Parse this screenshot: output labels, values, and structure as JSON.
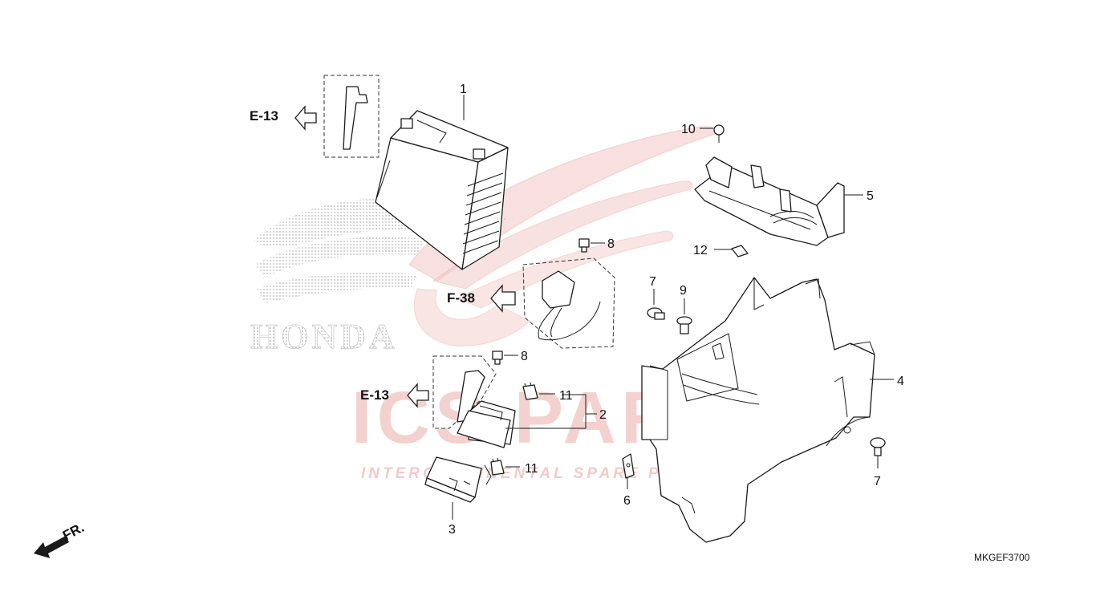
{
  "diagram": {
    "code": "MKGEF3700",
    "colors": {
      "line": "#1a1a1a",
      "watermark_red": "#e8a7a5",
      "watermark_gray": "#c9c9c9",
      "stipple": "#b5b5b5"
    },
    "watermark": {
      "brand_big": "ICS PARTS",
      "brand_tagline": "INTERCONTINENTAL SPARE PARTS",
      "logo_text": "HONDA"
    },
    "front_indicator": "FR.",
    "references": [
      {
        "id": "ref-e13-top",
        "label": "E-13"
      },
      {
        "id": "ref-f38",
        "label": "F-38"
      },
      {
        "id": "ref-e13-bottom",
        "label": "E-13"
      }
    ],
    "callouts": {
      "c1": "1",
      "c2": "2",
      "c3": "3",
      "c4": "4",
      "c5": "5",
      "c6": "6",
      "c7a": "7",
      "c7b": "7",
      "c8a": "8",
      "c8b": "8",
      "c9": "9",
      "c10": "10",
      "c11a": "11",
      "c11b": "11",
      "c12": "12"
    },
    "parts": [
      {
        "callout": "1",
        "icon": "battery"
      },
      {
        "callout": "2",
        "icon": "relay-connector"
      },
      {
        "callout": "3",
        "icon": "relay-box"
      },
      {
        "callout": "4",
        "icon": "battery-cover"
      },
      {
        "callout": "5",
        "icon": "battery-bracket"
      },
      {
        "callout": "6",
        "icon": "clip-nut"
      },
      {
        "callout": "7",
        "icon": "bolt"
      },
      {
        "callout": "8",
        "icon": "bolt"
      },
      {
        "callout": "9",
        "icon": "screw"
      },
      {
        "callout": "10",
        "icon": "trim-clip"
      },
      {
        "callout": "11",
        "icon": "fuse"
      },
      {
        "callout": "12",
        "icon": "fuse"
      }
    ]
  }
}
